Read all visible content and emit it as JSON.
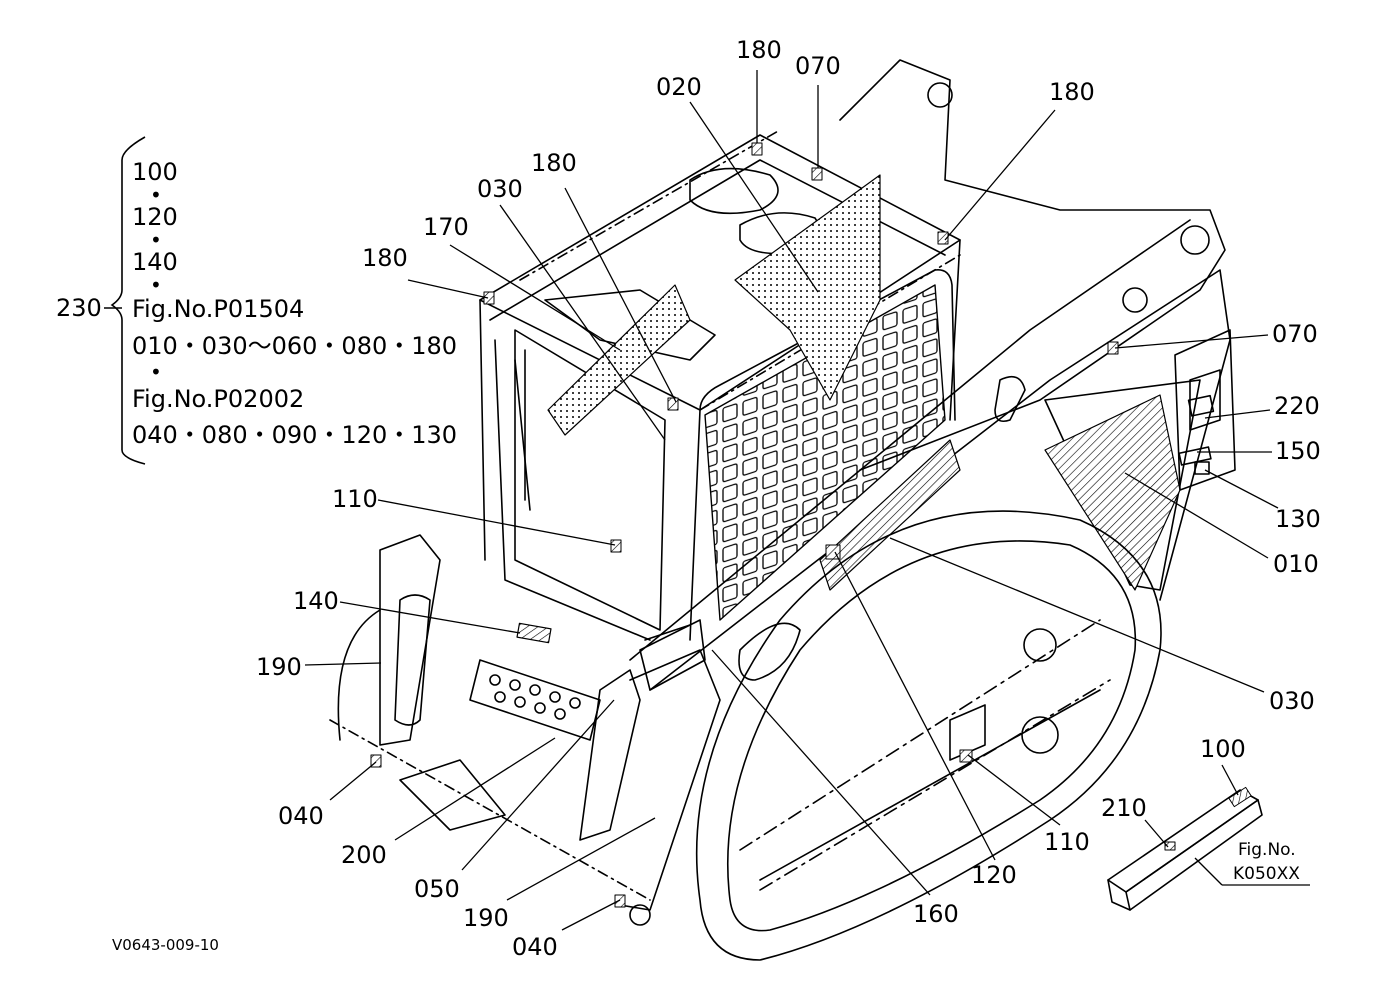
{
  "drawing_code": "V0643-009-10",
  "bracket_group": {
    "ref": "230",
    "items": [
      "100",
      "120",
      "140",
      "Fig.No.P01504",
      "010・030〜060・080・180",
      "Fig.No.P02002",
      "040・080・090・120・130"
    ]
  },
  "callouts": {
    "c180_top": "180",
    "c070_top": "070",
    "c020": "020",
    "c180_right": "180",
    "c180_mid": "180",
    "c030_top": "030",
    "c170": "170",
    "c180_left": "180",
    "c070_right": "070",
    "c220": "220",
    "c150": "150",
    "c130": "130",
    "c010": "010",
    "c110_left": "110",
    "c140": "140",
    "c190_left": "190",
    "c030_right": "030",
    "c040_left": "040",
    "c200": "200",
    "c050": "050",
    "c190_bottom": "190",
    "c040_bottom": "040",
    "c160": "160",
    "c120": "120",
    "c110_bottom": "110",
    "c100": "100",
    "c210": "210"
  },
  "inset": {
    "fig_label": "Fig.No.",
    "fig_code": "K050XX"
  }
}
